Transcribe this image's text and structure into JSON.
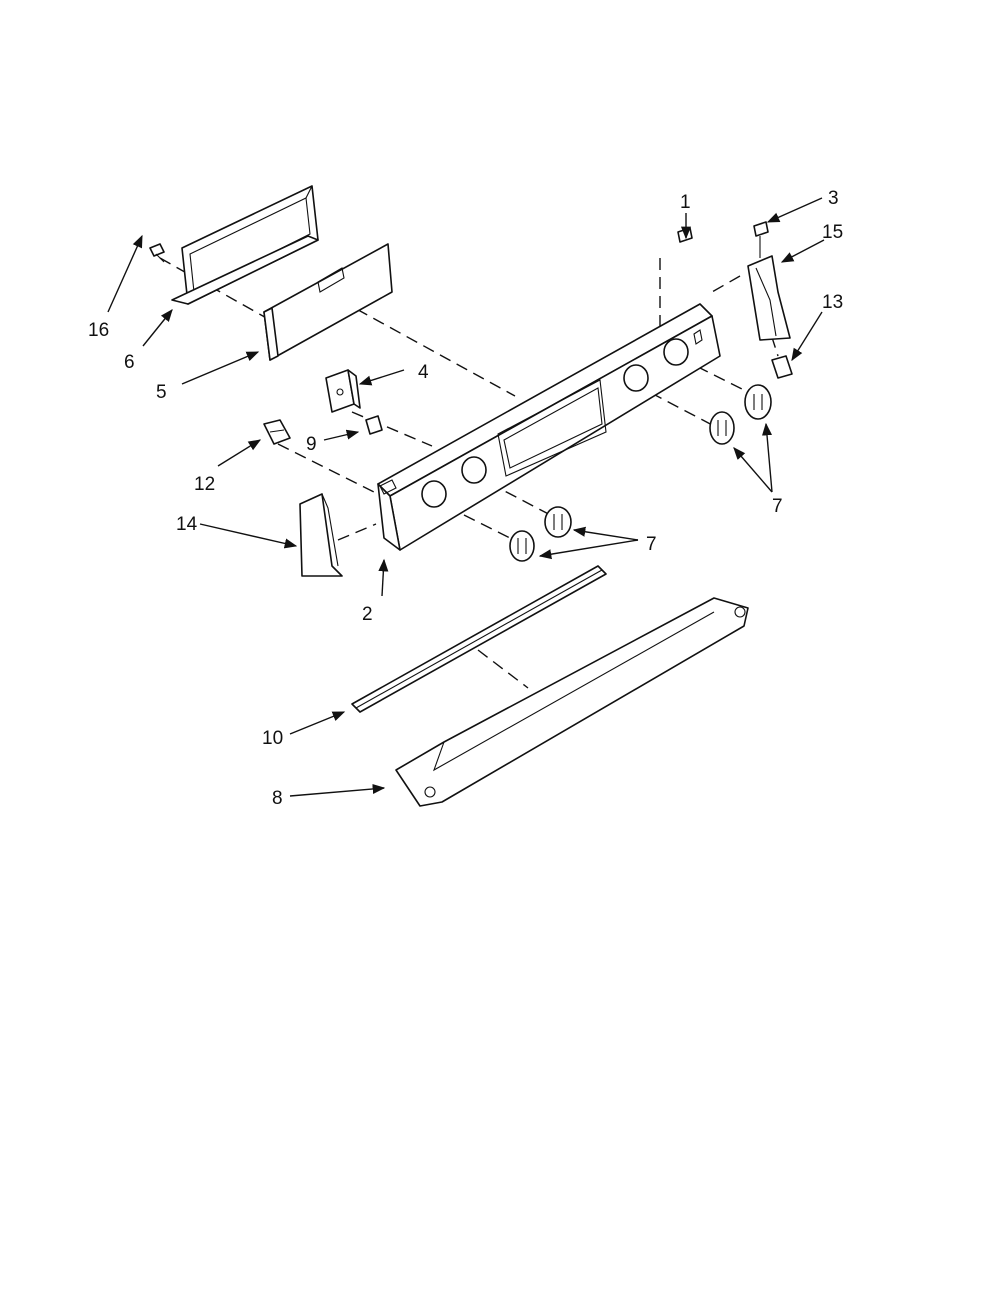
{
  "callouts": [
    {
      "id": "c1",
      "text": "1"
    },
    {
      "id": "c2",
      "text": "2"
    },
    {
      "id": "c3",
      "text": "3"
    },
    {
      "id": "c4",
      "text": "4"
    },
    {
      "id": "c5",
      "text": "5"
    },
    {
      "id": "c6",
      "text": "6"
    },
    {
      "id": "c7a",
      "text": "7"
    },
    {
      "id": "c7b",
      "text": "7"
    },
    {
      "id": "c8",
      "text": "8"
    },
    {
      "id": "c9",
      "text": "9"
    },
    {
      "id": "c10",
      "text": "10"
    },
    {
      "id": "c12",
      "text": "12"
    },
    {
      "id": "c13",
      "text": "13"
    },
    {
      "id": "c14",
      "text": "14"
    },
    {
      "id": "c15",
      "text": "15"
    },
    {
      "id": "c16",
      "text": "16"
    }
  ]
}
